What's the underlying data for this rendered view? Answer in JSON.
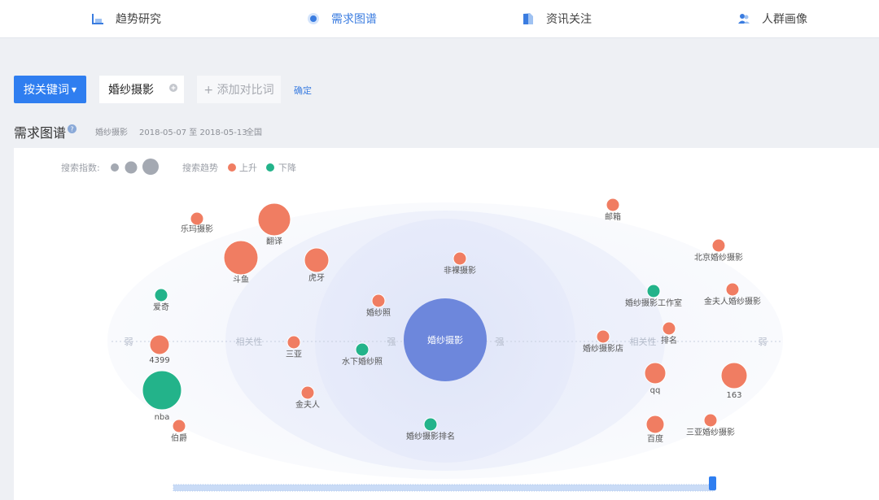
{
  "nav": {
    "items": [
      {
        "label": "趋势研究",
        "icon": "chart-icon"
      },
      {
        "label": "需求图谱",
        "icon": "graph-icon"
      },
      {
        "label": "资讯关注",
        "icon": "document-icon"
      },
      {
        "label": "人群画像",
        "icon": "users-icon"
      }
    ]
  },
  "search": {
    "type_button": "按关键词",
    "keyword": "婚纱摄影",
    "add_compare": "+ 添加对比词",
    "confirm": "确定"
  },
  "section": {
    "title": "需求图谱",
    "keyword": "婚纱摄影",
    "date_range": "2018-05-07 至 2018-05-13",
    "region": "全国"
  },
  "legend": {
    "index_label": "搜索指数:",
    "trend_label": "搜索趋势",
    "up_label": "上升",
    "down_label": "下降"
  },
  "graph": {
    "center": "婚纱摄影",
    "axis": {
      "weak": "弱",
      "relevance": "相关性",
      "strong": "强"
    },
    "colors": {
      "up": "#f07d62",
      "down": "#23b38a",
      "center": "#6d87dc",
      "muted": "#a4a9b2"
    },
    "nodes": [
      {
        "label": "乐玛摄影",
        "trend": "up"
      },
      {
        "label": "翻译",
        "trend": "up"
      },
      {
        "label": "斗鱼",
        "trend": "up"
      },
      {
        "label": "虎牙",
        "trend": "up"
      },
      {
        "label": "爱奇",
        "trend": "down"
      },
      {
        "label": "4399",
        "trend": "up"
      },
      {
        "label": "nba",
        "trend": "down"
      },
      {
        "label": "伯爵",
        "trend": "up"
      },
      {
        "label": "三亚",
        "trend": "up"
      },
      {
        "label": "金夫人",
        "trend": "up"
      },
      {
        "label": "婚纱照",
        "trend": "up"
      },
      {
        "label": "水下婚纱照",
        "trend": "down"
      },
      {
        "label": "非裸摄影",
        "trend": "up"
      },
      {
        "label": "婚纱摄影排名",
        "trend": "down"
      },
      {
        "label": "邮箱",
        "trend": "up"
      },
      {
        "label": "北京婚纱摄影",
        "trend": "up"
      },
      {
        "label": "婚纱摄影工作室",
        "trend": "down"
      },
      {
        "label": "金夫人婚纱摄影",
        "trend": "up"
      },
      {
        "label": "婚纱摄影店",
        "trend": "up"
      },
      {
        "label": "排名",
        "trend": "up"
      },
      {
        "label": "qq",
        "trend": "up"
      },
      {
        "label": "163",
        "trend": "up"
      },
      {
        "label": "百度",
        "trend": "up"
      },
      {
        "label": "三亚婚纱摄影",
        "trend": "up"
      }
    ]
  },
  "slider": {
    "position": 1.0
  }
}
